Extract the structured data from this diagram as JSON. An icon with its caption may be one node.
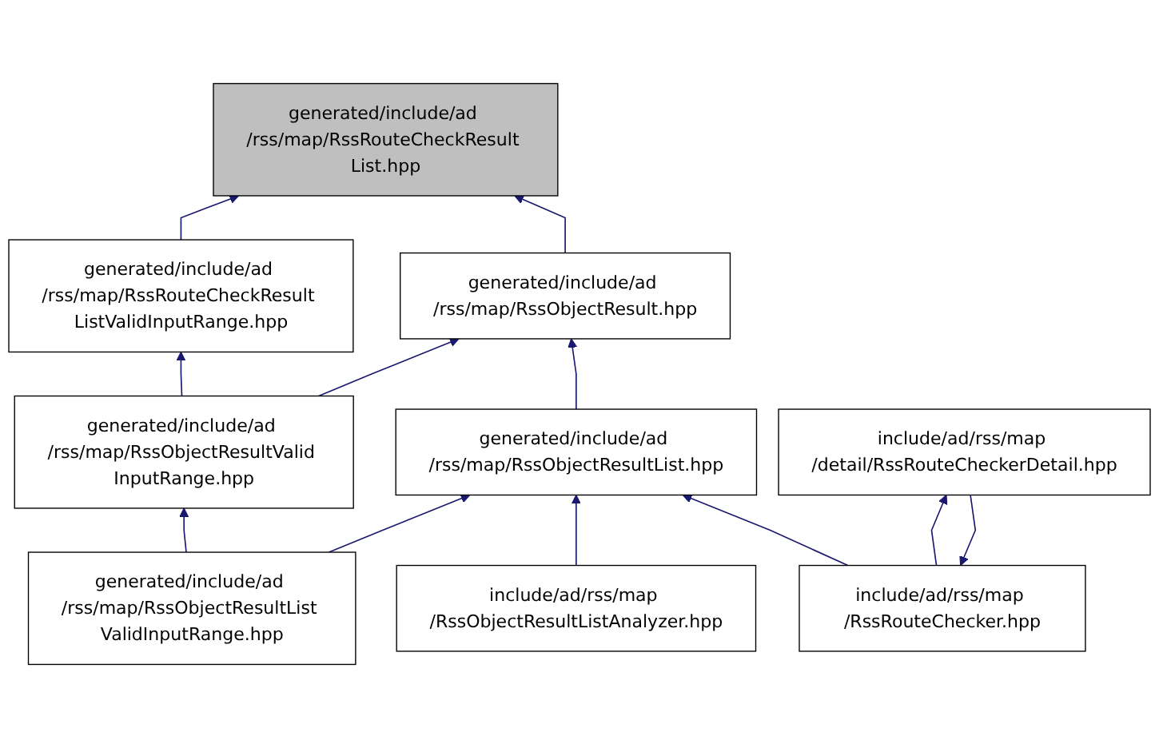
{
  "diagram": {
    "nodes": [
      {
        "text": [
          "generated/include/ad /rss/map/RssRouteCheckResult List.hpp"
        ]
      },
      {
        "text": [
          "generated/include/ad /rss/map/RssRouteCheckResult ListValidInputRange.hpp"
        ]
      },
      {
        "text": [
          "generated/include/ad /rss/map/RssObjectResult.hpp"
        ]
      },
      {
        "text": [
          "generated/include/ad /rss/map/RssObjectResultValid InputRange.hpp"
        ]
      },
      {
        "text": [
          "generated/include/ad /rss/map/RssObjectResultList.hpp"
        ]
      },
      {
        "text": [
          "generated/include/ad /rss/map/RssObjectResultList ValidInputRange.hpp"
        ]
      },
      {
        "text": [
          "include/ad/rss/map /RssObjectResultListAnalyzer.hpp"
        ]
      },
      {
        "text": [
          "include/ad/rss/map /RssRouteChecker.hpp"
        ]
      },
      {
        "text": [
          "include/ad/rss/map /detail/RssRouteCheckerDetail.hpp"
        ]
      }
    ],
    "edges": [
      {
        "from": 1,
        "to": 0,
        "arrow": "to"
      },
      {
        "from": 2,
        "to": 0,
        "arrow": "to"
      },
      {
        "from": 3,
        "to": 1,
        "arrow": "to"
      },
      {
        "from": 3,
        "to": 2,
        "arrow": "to"
      },
      {
        "from": 4,
        "to": 2,
        "arrow": "to"
      },
      {
        "from": 5,
        "to": 3,
        "arrow": "to"
      },
      {
        "from": 5,
        "to": 4,
        "arrow": "to"
      },
      {
        "from": 6,
        "to": 4,
        "arrow": "to"
      },
      {
        "from": 7,
        "to": 4,
        "arrow": "to"
      },
      {
        "from": 8,
        "to": 7,
        "arrow": "to"
      },
      {
        "from": 7,
        "to": 8,
        "arrow": "to"
      }
    ]
  }
}
